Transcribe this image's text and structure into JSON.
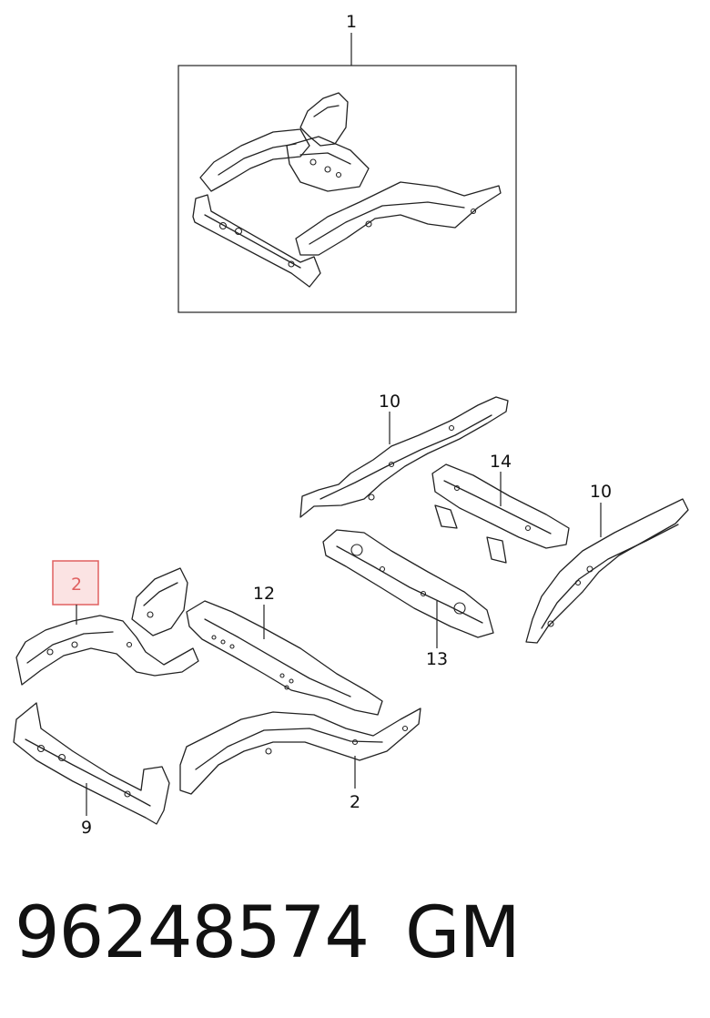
{
  "diagram": {
    "callouts": {
      "c1": "1",
      "c2_highlighted": "2",
      "c2": "2",
      "c9": "9",
      "c10_upper": "10",
      "c10_right": "10",
      "c12": "12",
      "c13": "13",
      "c14": "14"
    },
    "highlight_color": "#e06060",
    "highlight_fill": "#fbe3e3"
  },
  "footer": {
    "part_number": "96248574",
    "brand": "GM"
  }
}
